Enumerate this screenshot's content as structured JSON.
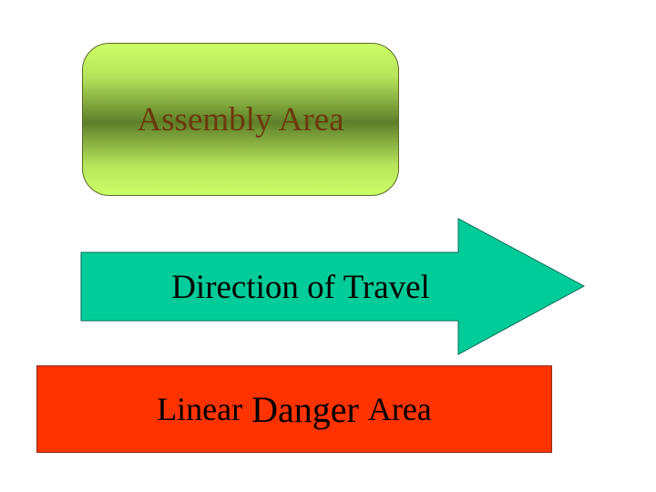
{
  "diagram": {
    "assembly_area": {
      "label": "Assembly Area",
      "fill_light": "#ccff66",
      "fill_dark": "#5f7f2a",
      "text_color": "#6b3a0a"
    },
    "direction_arrow": {
      "label": "Direction of Travel",
      "fill": "#00cc99"
    },
    "linear_danger_area": {
      "word1": "Linear",
      "word2": "Danger",
      "word3": "Area",
      "fill": "#ff3300"
    }
  }
}
